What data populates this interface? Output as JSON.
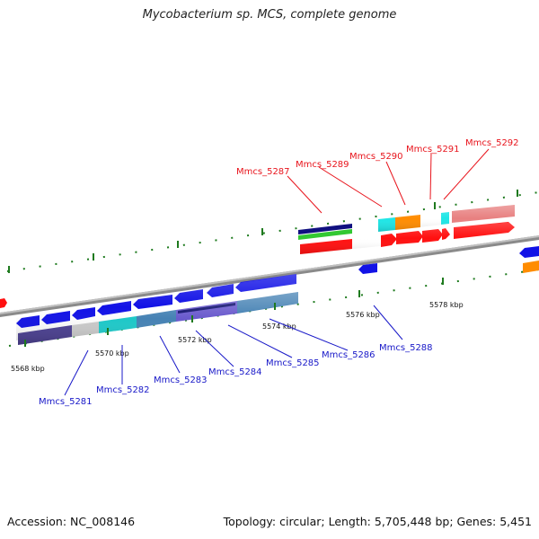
{
  "title": "Mycobacterium sp. MCS, complete genome",
  "footer": {
    "accession": "Accession: NC_008146",
    "summary": "Topology: circular; Length: 5,705,448 bp; Genes: 5,451"
  },
  "ticks": [
    "5568 kbp",
    "5570 kbp",
    "5572 kbp",
    "5574 kbp",
    "5576 kbp",
    "5578 kbp"
  ],
  "gene_labels_forward": [
    "Mmcs_5287",
    "Mmcs_5289",
    "Mmcs_5290",
    "Mmcs_5291",
    "Mmcs_5292"
  ],
  "gene_labels_reverse": [
    "Mmcs_5281",
    "Mmcs_5282",
    "Mmcs_5283",
    "Mmcs_5284",
    "Mmcs_5285",
    "Mmcs_5286",
    "Mmcs_5288"
  ],
  "colors": {
    "forward_label": "#e8141c",
    "reverse_label": "#1818c8",
    "forward_gene": "#ff1010",
    "reverse_gene": "#1010e8",
    "backbone": "#808080",
    "tick": "#1e7a1e"
  }
}
